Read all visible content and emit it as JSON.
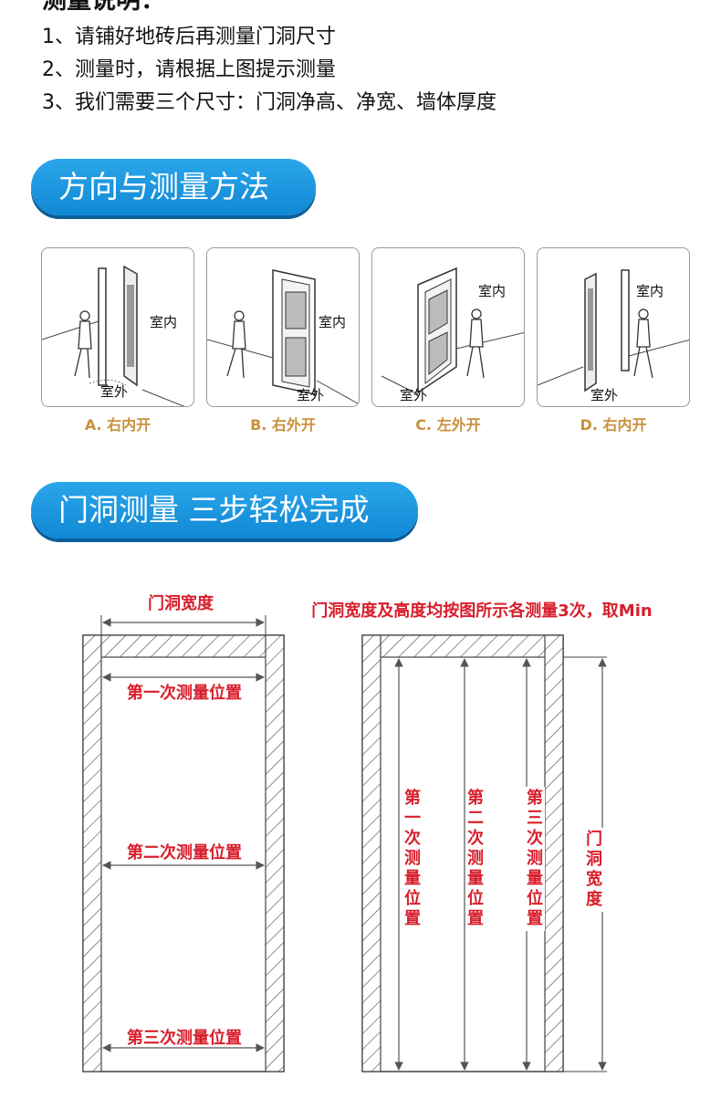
{
  "intro": {
    "heading": "测量说明：",
    "items": [
      "1、请铺好地砖后再测量门洞尺寸",
      "2、测量时，请根据上图提示测量",
      "3、我们需要三个尺寸：门洞净高、净宽、墙体厚度"
    ]
  },
  "section1": {
    "title": "方向与测量方法",
    "cards": [
      {
        "label": "A. 右内开",
        "indoor": "室内",
        "outdoor": "室外"
      },
      {
        "label": "B. 右外开",
        "indoor": "室内",
        "outdoor": "室外"
      },
      {
        "label": "C. 左外开",
        "indoor": "室内",
        "outdoor": "室外"
      },
      {
        "label": "D. 右内开",
        "indoor": "室内",
        "outdoor": "室外"
      }
    ]
  },
  "section2": {
    "title": "门洞测量  三步轻松完成",
    "note": "门洞宽度及高度均按图所示各测量3次，取Min",
    "left": {
      "top_label": "门洞宽度",
      "measures": [
        "第一次测量位置",
        "第二次测量位置",
        "第三次测量位置"
      ]
    },
    "right": {
      "measures": [
        "第一次测量位置",
        "第二次测量位置",
        "第三次测量位置"
      ],
      "side_label": "门洞宽度"
    },
    "colors": {
      "accent": "#1a96e0",
      "red": "#d81e2c",
      "tan": "#c8913c"
    }
  }
}
